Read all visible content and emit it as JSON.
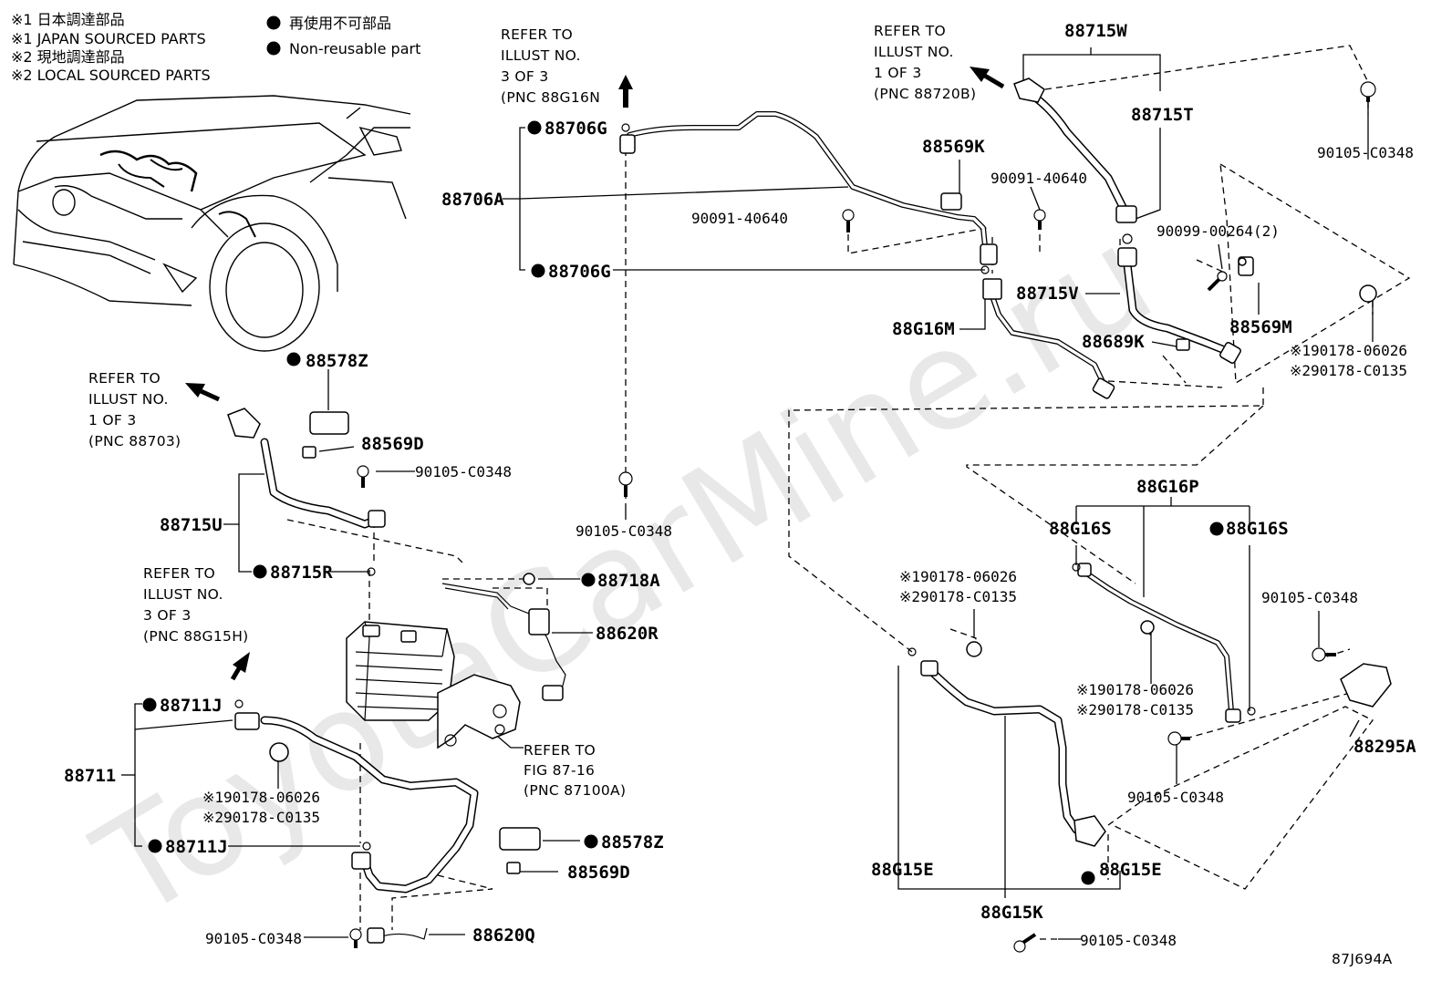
{
  "legend": {
    "note1_jp": "※1 日本調達部品",
    "note1_en": "※1 JAPAN SOURCED PARTS",
    "note2_jp": "※2 現地調達部品",
    "note2_en": "※2 LOCAL SOURCED PARTS",
    "nonreusable_jp": "再使用不可部品",
    "nonreusable_en": "Non-reusable part"
  },
  "watermark": "ToyotaCarMine.ru",
  "figure_id": "87J694A",
  "refs": {
    "r_88g16n": [
      "REFER TO",
      "ILLUST NO.",
      "3 OF 3",
      "(PNC 88G16N"
    ],
    "r_88720b": [
      "REFER TO",
      "ILLUST NO.",
      "1 OF 3",
      "(PNC 88720B)"
    ],
    "r_88703": [
      "REFER TO",
      "ILLUST NO.",
      "1 OF 3",
      "(PNC 88703)"
    ],
    "r_88g15h": [
      "REFER TO",
      "ILLUST NO.",
      "3 OF 3",
      "(PNC 88G15H)"
    ],
    "r_fig8716": [
      "REFER TO",
      "FIG 87-16",
      "(PNC 87100A)"
    ]
  },
  "parts": {
    "p_88706G_a": "88706G",
    "p_88706A": "88706A",
    "p_88706G_b": "88706G",
    "p_90091_a": "90091-40640",
    "p_88569K": "88569K",
    "p_90091_b": "90091-40640",
    "p_88715W": "88715W",
    "p_88715T": "88715T",
    "p_90099": "90099-00264(2)",
    "p_90105_tr": "90105-C0348",
    "p_88715V": "88715V",
    "p_88569M": "88569M",
    "p_88G16M": "88G16M",
    "p_88689K": "88689K",
    "p_note_tr1": "※190178-06026",
    "p_note_tr2": "※290178-C0135",
    "p_88578Z_a": "88578Z",
    "p_88569D_a": "88569D",
    "p_90105_l1": "90105-C0348",
    "p_90105_c": "90105-C0348",
    "p_88715U": "88715U",
    "p_88715R": "88715R",
    "p_88718A": "88718A",
    "p_88620R": "88620R",
    "p_88G16P": "88G16P",
    "p_88G16S_a": "88G16S",
    "p_88G16S_b": "88G16S",
    "p_note_m1": "※190178-06026",
    "p_note_m2": "※290178-C0135",
    "p_90105_r1": "90105-C0348",
    "p_88711J_a": "88711J",
    "p_88711": "88711",
    "p_note_l1": "※190178-06026",
    "p_note_l2": "※290178-C0135",
    "p_88711J_b": "88711J",
    "p_88578Z_b": "88578Z",
    "p_88569D_b": "88569D",
    "p_90105_l2": "90105-C0348",
    "p_88620Q": "88620Q",
    "p_note_c1": "※190178-06026",
    "p_note_c2": "※290178-C0135",
    "p_88295A": "88295A",
    "p_90105_r2": "90105-C0348",
    "p_88G15E_a": "88G15E",
    "p_88G15E_b": "88G15E",
    "p_88G15K": "88G15K",
    "p_90105_b": "90105-C0348"
  }
}
